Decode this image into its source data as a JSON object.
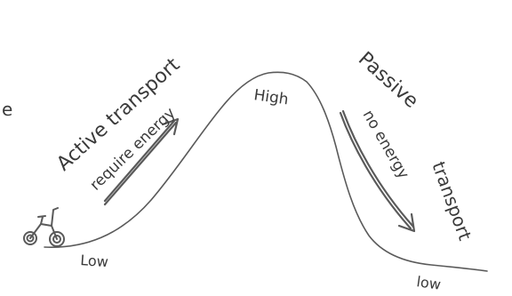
{
  "labels": {
    "active_title": "Active transport",
    "active_note": "require energy",
    "passive_word_1": "Passive",
    "passive_note": "no energy",
    "passive_word_2": "transport",
    "peak": "High",
    "start": "Low",
    "end": "low",
    "edge_fragment": "e"
  },
  "icons": {
    "bicycle": "bicycle-icon",
    "arrow_up": "arrow-up-slope-icon",
    "arrow_down": "arrow-down-slope-icon"
  },
  "colors": {
    "ink": "#3a3a3a",
    "background": "#ffffff"
  }
}
